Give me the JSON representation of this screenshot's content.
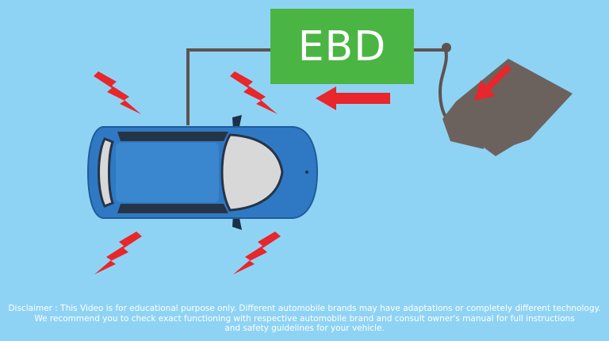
{
  "diagram": {
    "module_label": "EBD",
    "colors": {
      "background": "#8fd3f4",
      "module": "#4bb544",
      "car_body": "#2f79c4",
      "wire": "#5d5350",
      "pedal": "#6b625e",
      "arrow": "#e8262b"
    },
    "icons": [
      "car-icon",
      "brake-pedal-icon",
      "signal-arrow-icon",
      "lightning-bolt-icon"
    ]
  },
  "disclaimer": {
    "line1": "Disclaimer : This Video is for educational purpose only. Different automobile brands may have adaptations or completely different technology.",
    "line2": "We recommend you to check exact functioning with respective automobile brand and consult owner's manual for full instructions",
    "line3": "and safety guidelines for your vehicle."
  }
}
